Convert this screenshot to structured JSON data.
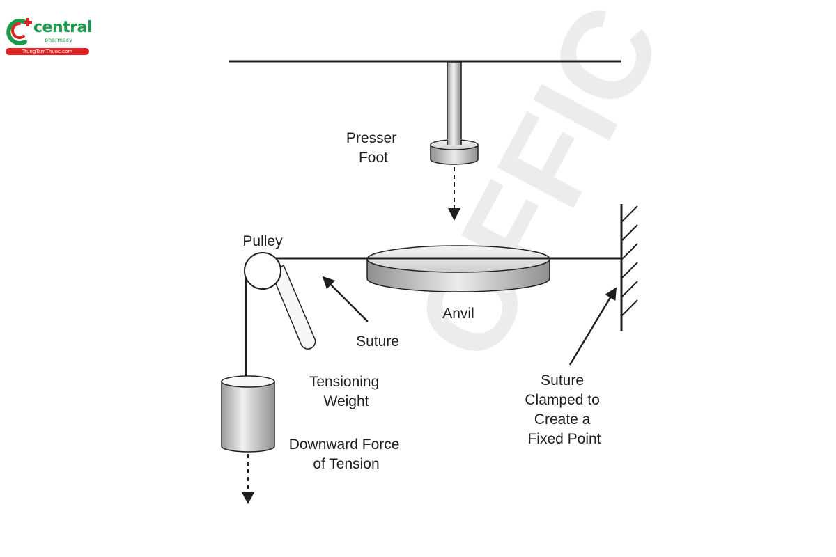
{
  "logo": {
    "brand": "central",
    "tagline": "pharmacy",
    "url": "TrungTamThuoc.com"
  },
  "watermark": "OFFIC",
  "labels": {
    "presser_foot": [
      "Presser",
      "Foot"
    ],
    "pulley": "Pulley",
    "anvil": "Anvil",
    "suture": "Suture",
    "tensioning_weight": [
      "Tensioning",
      "Weight"
    ],
    "downward_force": [
      "Downward Force",
      "of Tension"
    ],
    "suture_clamped": [
      "Suture",
      "Clamped to",
      "Create a",
      "Fixed Point"
    ]
  },
  "colors": {
    "line": "#1e1e1e",
    "metal_light": "#e6e6e6",
    "metal_dark": "#9a9a9a",
    "brand_green": "#1a9a4a",
    "brand_red": "#e32426"
  }
}
